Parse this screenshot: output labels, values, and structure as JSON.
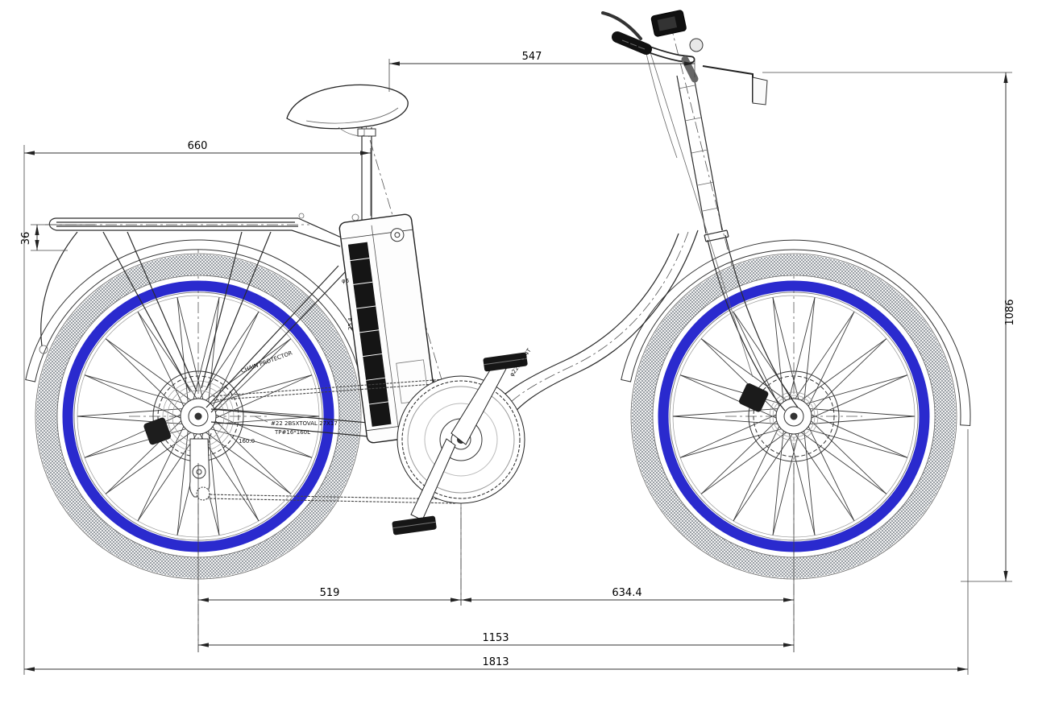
{
  "drawing": {
    "type": "technical-drawing",
    "subject": "electric city bicycle, side elevation with dimensions"
  },
  "colors": {
    "rim_blue": "#2a2ace",
    "line_dark": "#2b2b2b"
  },
  "dimensions": {
    "saddle_to_stem": {
      "value": "547"
    },
    "rack_span": {
      "value": "660"
    },
    "rack_drop": {
      "value": "36"
    },
    "overall_height": {
      "value": "1086"
    },
    "rear_center": {
      "value": "519"
    },
    "front_center": {
      "value": "634.4"
    },
    "wheelbase": {
      "value": "1153"
    },
    "overall_length": {
      "value": "1813"
    }
  },
  "annotations": {
    "chainstay_label": "CHAIN PROTECTOR",
    "chainstay_spec": "#22 2BSXTOVAL 27X17",
    "part_spec": "TP#16*160L",
    "rotor_diameter": "160.0",
    "hole_diameter": "φ6",
    "seatpost_diameter": "25.4",
    "tube_spec": "φ22.5X1.4T"
  }
}
